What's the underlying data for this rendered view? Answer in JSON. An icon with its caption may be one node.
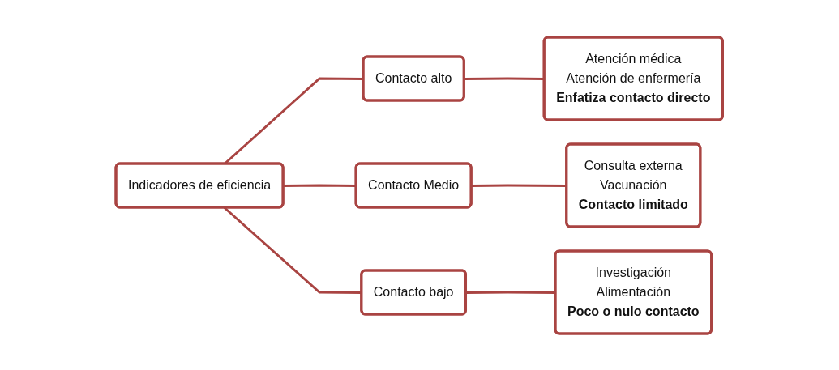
{
  "diagram": {
    "nodes": [
      {
        "text": [
          "Indicadores de eficiencia"
        ]
      },
      {
        "text": [
          "Contacto alto"
        ]
      },
      {
        "text": [
          "Contacto Medio"
        ]
      },
      {
        "text": [
          "Contacto bajo"
        ]
      },
      {
        "text": [
          "Atención médica",
          "Atención de enfermería",
          "Enfatiza contacto directo"
        ]
      },
      {
        "text": [
          "Consulta externa",
          "Vacunación",
          "Contacto limitado"
        ]
      },
      {
        "text": [
          "Investigación",
          "Alimentación",
          "Poco o nulo contacto"
        ]
      }
    ],
    "edges": [
      {
        "from": 0,
        "to": 1,
        "arrow": "none"
      },
      {
        "from": 0,
        "to": 2,
        "arrow": "none"
      },
      {
        "from": 0,
        "to": 3,
        "arrow": "none"
      },
      {
        "from": 1,
        "to": 4,
        "arrow": "none"
      },
      {
        "from": 2,
        "to": 5,
        "arrow": "none"
      },
      {
        "from": 3,
        "to": 6,
        "arrow": "none"
      }
    ]
  }
}
